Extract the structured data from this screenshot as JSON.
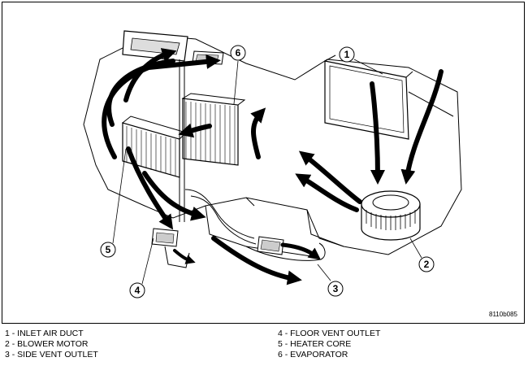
{
  "figure": {
    "code": "8110b085",
    "callouts": [
      "1",
      "2",
      "3",
      "4",
      "5",
      "6"
    ]
  },
  "legend": {
    "left": [
      "1 - INLET AIR DUCT",
      "2 - BLOWER MOTOR",
      "3 - SIDE VENT OUTLET"
    ],
    "right": [
      "4 - FLOOR VENT OUTLET",
      "5 - HEATER CORE",
      "6 - EVAPORATOR"
    ]
  }
}
